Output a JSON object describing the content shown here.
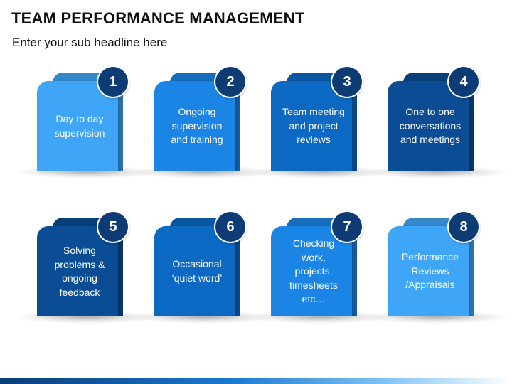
{
  "header": {
    "title": "TEAM PERFORMANCE MANAGEMENT",
    "subtitle": "Enter your sub headline here"
  },
  "colors": {
    "light": "#3fa6f7",
    "mid": "#1b85e5",
    "medium_dark": "#0b69c3",
    "dark": "#0a4d94",
    "badge": "#0d3c74"
  },
  "steps": [
    {
      "number": "1",
      "lines": [
        "Day to day",
        "supervision"
      ]
    },
    {
      "number": "2",
      "lines": [
        "Ongoing",
        "supervision",
        "and training"
      ]
    },
    {
      "number": "3",
      "lines": [
        "Team meeting",
        "and project",
        "reviews"
      ]
    },
    {
      "number": "4",
      "lines": [
        "One to one",
        "conversations",
        "and meetings"
      ]
    },
    {
      "number": "5",
      "lines": [
        "Solving",
        "problems &",
        "ongoing",
        "feedback"
      ]
    },
    {
      "number": "6",
      "lines": [
        "Occasional",
        "‘quiet word’"
      ]
    },
    {
      "number": "7",
      "lines": [
        "Checking",
        "work,",
        "projects,",
        "timesheets",
        "etc…"
      ]
    },
    {
      "number": "8",
      "lines": [
        "Performance",
        "Reviews",
        "/Appraisals"
      ]
    }
  ]
}
